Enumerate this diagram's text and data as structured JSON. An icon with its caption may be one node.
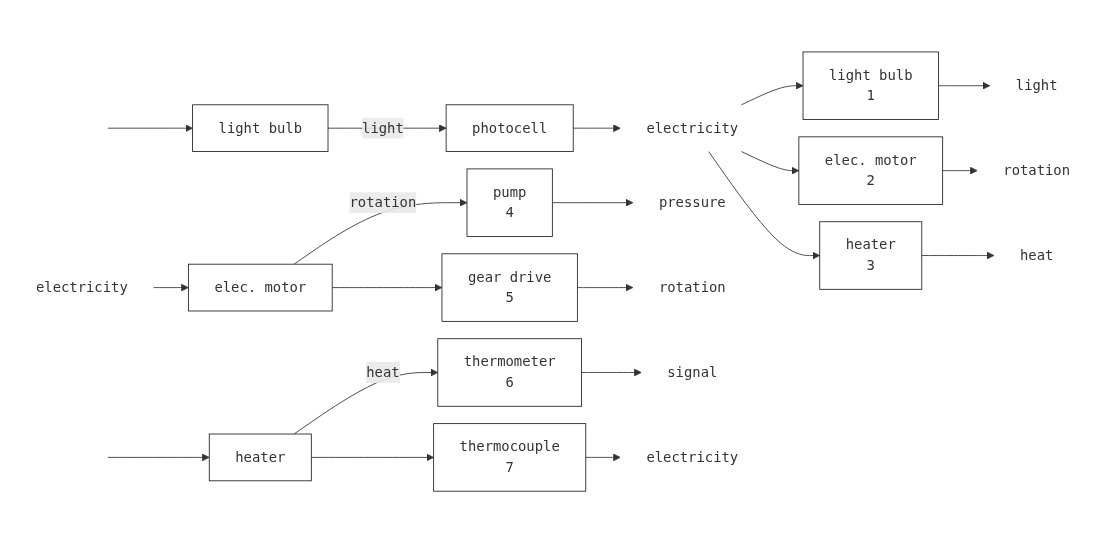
{
  "diagram": {
    "nodes": [
      {
        "text": [
          "light bulb"
        ]
      },
      {
        "text": [
          "photocell"
        ]
      },
      {
        "text": [
          "electricity"
        ]
      },
      {
        "text": [
          "light bulb",
          "1"
        ]
      },
      {
        "text": [
          "elec. motor",
          "2"
        ]
      },
      {
        "text": [
          "heater",
          "3"
        ]
      },
      {
        "text": [
          "light"
        ]
      },
      {
        "text": [
          "rotation"
        ]
      },
      {
        "text": [
          "heat"
        ]
      },
      {
        "text": [
          "electricity"
        ]
      },
      {
        "text": [
          "elec. motor"
        ]
      },
      {
        "text": [
          "pump",
          "4"
        ]
      },
      {
        "text": [
          "gear drive",
          "5"
        ]
      },
      {
        "text": [
          "pressure"
        ]
      },
      {
        "text": [
          "rotation"
        ]
      },
      {
        "text": [
          "heater"
        ]
      },
      {
        "text": [
          "thermometer",
          "6"
        ]
      },
      {
        "text": [
          "thermocouple",
          "7"
        ]
      },
      {
        "text": [
          "signal"
        ]
      },
      {
        "text": [
          "electricity"
        ]
      }
    ],
    "edges": [
      {
        "from": null,
        "to": 0,
        "arrow": "to"
      },
      {
        "from": 0,
        "to": 1,
        "arrow": "to",
        "label": "light"
      },
      {
        "from": 1,
        "to": 2,
        "arrow": "to"
      },
      {
        "from": 2,
        "to": 3,
        "arrow": "to"
      },
      {
        "from": 2,
        "to": 4,
        "arrow": "to"
      },
      {
        "from": 2,
        "to": 5,
        "arrow": "to"
      },
      {
        "from": 3,
        "to": 6,
        "arrow": "to"
      },
      {
        "from": 4,
        "to": 7,
        "arrow": "to"
      },
      {
        "from": 5,
        "to": 8,
        "arrow": "to"
      },
      {
        "from": 9,
        "to": 10,
        "arrow": "to"
      },
      {
        "from": 10,
        "to": 11,
        "arrow": "to",
        "label": "rotation"
      },
      {
        "from": 10,
        "to": 12,
        "arrow": "to"
      },
      {
        "from": 11,
        "to": 13,
        "arrow": "to"
      },
      {
        "from": 12,
        "to": 14,
        "arrow": "to"
      },
      {
        "from": null,
        "to": 15,
        "arrow": "to"
      },
      {
        "from": 15,
        "to": 16,
        "arrow": "to",
        "label": "heat"
      },
      {
        "from": 15,
        "to": 17,
        "arrow": "to"
      },
      {
        "from": 16,
        "to": 18,
        "arrow": "to"
      },
      {
        "from": 17,
        "to": 19,
        "arrow": "to"
      }
    ]
  }
}
